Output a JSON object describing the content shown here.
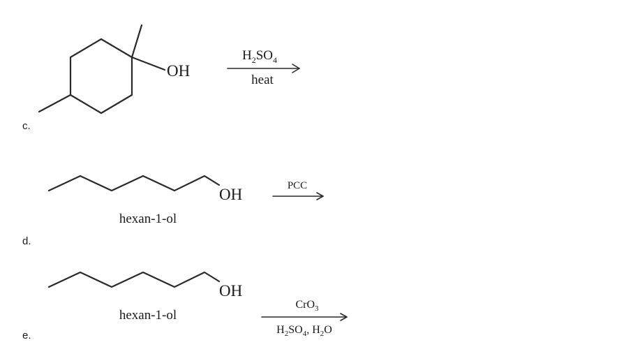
{
  "problems": [
    {
      "letter": "c.",
      "substituent": "OH",
      "reagent_top": [
        "H",
        "2",
        "SO",
        "4"
      ],
      "reagent_bottom": "heat"
    },
    {
      "letter": "d.",
      "substituent": "OH",
      "name": "hexan-1-ol",
      "reagent_top": "PCC"
    },
    {
      "letter": "e.",
      "substituent": "OH",
      "name": "hexan-1-ol",
      "reagent_top": [
        "CrO",
        "3"
      ],
      "reagent_bottom": [
        "H",
        "2",
        "SO",
        "4",
        ", H",
        "2",
        "O"
      ]
    }
  ]
}
